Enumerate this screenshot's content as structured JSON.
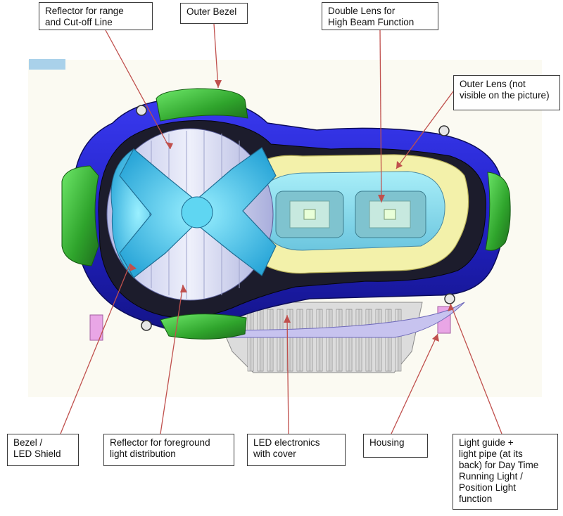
{
  "labels": {
    "reflector_range": "Reflector for range\nand Cut-off Line",
    "outer_bezel": "Outer Bezel",
    "double_lens": "Double Lens for\nHigh Beam Function",
    "outer_lens": "Outer Lens (not\nvisible on the picture)",
    "bezel_shield": "Bezel /\nLED Shield",
    "reflector_foreground": "Reflector for foreground\nlight distribution",
    "led_electronics": "LED electronics\nwith cover",
    "housing": "Housing",
    "light_guide": "Light guide +\nlight pipe (at its\nback) for Day Time\nRunning Light /\nPosition Light\nfunction"
  },
  "colors": {
    "leader_line": "#c0504d",
    "housing_blue": "#2a2ad0",
    "bezel_green": "#3db43a",
    "lens_yellow": "#f2f0a6",
    "reflector_cyan": "#48c8e8",
    "heatsink_gray": "#c9c9c9"
  }
}
